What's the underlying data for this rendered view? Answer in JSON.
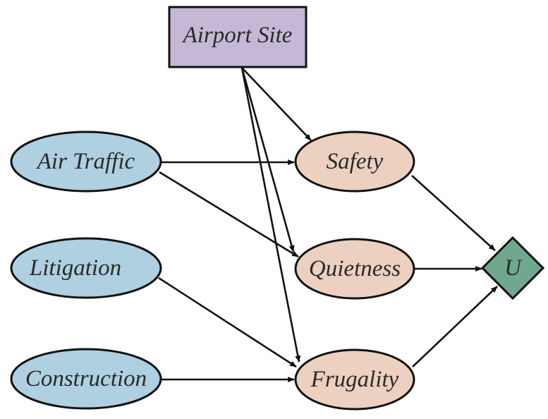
{
  "diagram": {
    "type": "influence-diagram",
    "colors": {
      "decision": "#c5b8d6",
      "chance_input": "#aed0e0",
      "chance_attribute": "#ecd0c0",
      "utility": "#6fa88d",
      "stroke": "#111111",
      "text": "#2a2a2a"
    },
    "nodes": {
      "airport_site": {
        "label": "Airport Site",
        "kind": "decision"
      },
      "air_traffic": {
        "label": "Air Traffic",
        "kind": "chance_input"
      },
      "litigation": {
        "label": "Litigation",
        "kind": "chance_input"
      },
      "construction": {
        "label": "Construction",
        "kind": "chance_input"
      },
      "safety": {
        "label": "Safety",
        "kind": "chance_attribute"
      },
      "quietness": {
        "label": "Quietness",
        "kind": "chance_attribute"
      },
      "frugality": {
        "label": "Frugality",
        "kind": "chance_attribute"
      },
      "utility": {
        "label": "U",
        "kind": "utility"
      }
    },
    "edges": [
      {
        "from": "airport_site",
        "to": "safety"
      },
      {
        "from": "airport_site",
        "to": "quietness"
      },
      {
        "from": "airport_site",
        "to": "frugality"
      },
      {
        "from": "air_traffic",
        "to": "safety"
      },
      {
        "from": "air_traffic",
        "to": "quietness"
      },
      {
        "from": "litigation",
        "to": "frugality"
      },
      {
        "from": "construction",
        "to": "frugality"
      },
      {
        "from": "safety",
        "to": "utility"
      },
      {
        "from": "quietness",
        "to": "utility"
      },
      {
        "from": "frugality",
        "to": "utility"
      }
    ]
  }
}
